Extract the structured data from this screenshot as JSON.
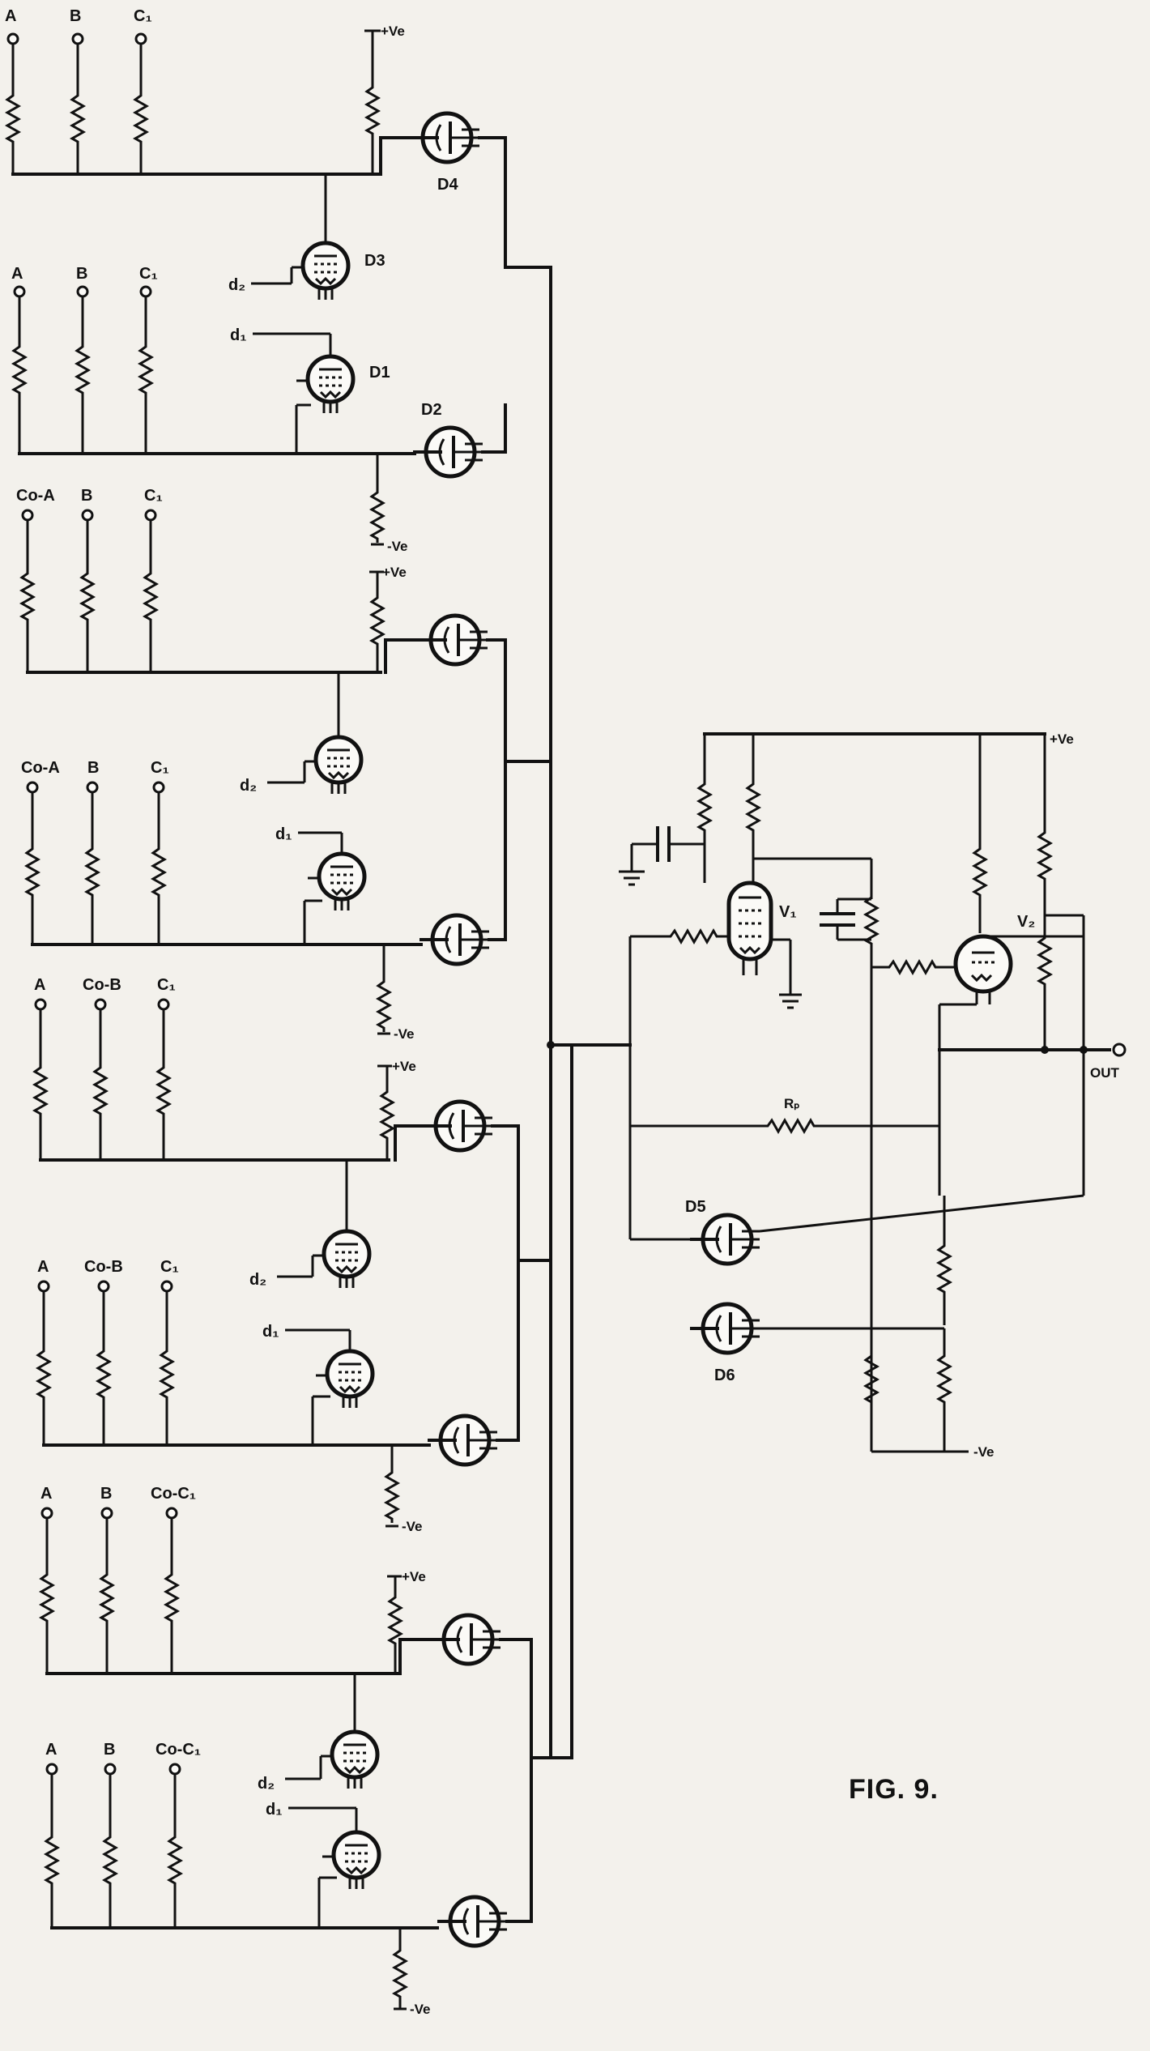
{
  "figure": {
    "caption": "FIG. 9."
  },
  "supply": {
    "pos": "+Ve",
    "neg": "-Ve"
  },
  "stages": [
    {
      "inputs": [
        "A",
        "B",
        "C₁"
      ],
      "d2": "d₂",
      "d1": "d₁",
      "tubes": [
        "D4",
        "D3",
        "D1",
        "D2"
      ]
    },
    {
      "inputs": [
        "Co-A",
        "B",
        "C₁"
      ],
      "d2": "d₂",
      "d1": "d₁",
      "tubes": [
        "",
        "",
        "",
        ""
      ]
    },
    {
      "inputs": [
        "Co-A",
        "B",
        "C₁"
      ],
      "d2": "d₂",
      "d1": "d₁",
      "tubes": [
        "",
        "",
        "",
        ""
      ]
    },
    {
      "inputs": [
        "A",
        "Co-B",
        "C₁"
      ],
      "d2": "d₂",
      "d1": "d₁",
      "tubes": [
        "",
        "",
        "",
        ""
      ]
    },
    {
      "inputs": [
        "A",
        "Co-B",
        "C₁"
      ],
      "d2": "d₂",
      "d1": "d₁",
      "tubes": [
        "",
        "",
        "",
        ""
      ]
    },
    {
      "inputs": [
        "A",
        "B",
        "Co-C₁"
      ],
      "d2": "d₂",
      "d1": "d₁",
      "tubes": [
        "",
        "",
        "",
        ""
      ]
    },
    {
      "inputs": [
        "A",
        "B",
        "Co-C₁"
      ],
      "d2": "d₂",
      "d1": "d₁",
      "tubes": [
        "",
        "",
        "",
        ""
      ]
    }
  ],
  "output_section": {
    "tubes": [
      "V₁",
      "V₂",
      "D5",
      "D6"
    ],
    "feedback_resistor": "Rₚ",
    "output_label": "OUT"
  }
}
